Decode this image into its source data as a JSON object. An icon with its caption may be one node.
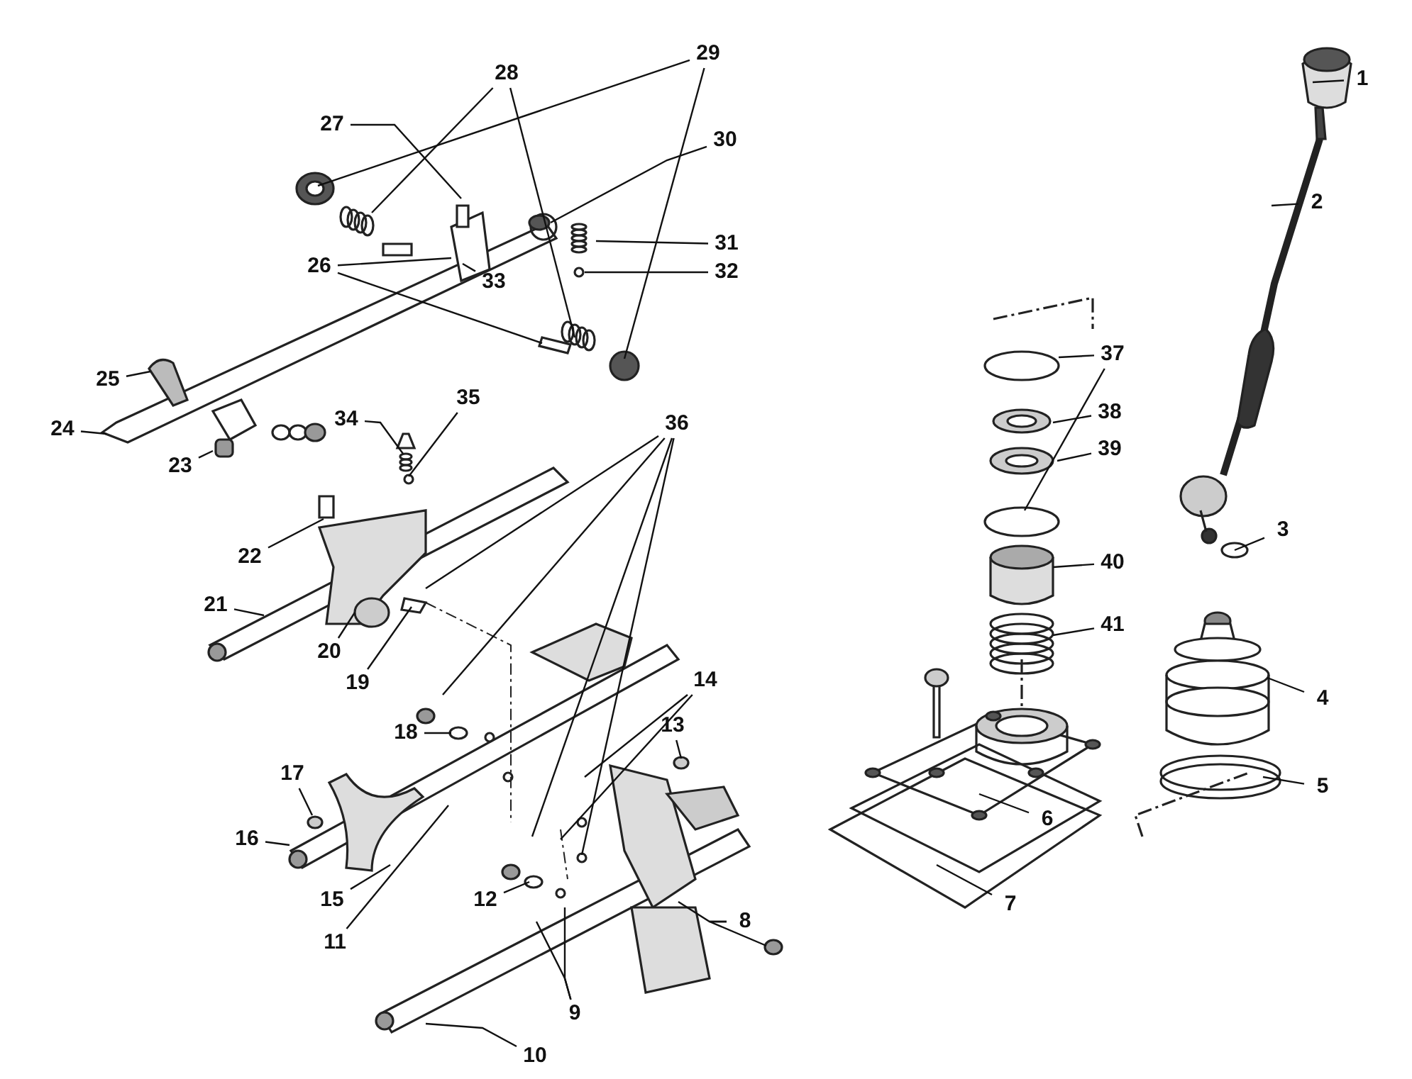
{
  "diagram": {
    "nodes": [
      {
        "text": [
          "1"
        ]
      },
      {
        "text": [
          "2"
        ]
      },
      {
        "text": [
          "3"
        ]
      },
      {
        "text": [
          "4"
        ]
      },
      {
        "text": [
          "5"
        ]
      },
      {
        "text": [
          "6"
        ]
      },
      {
        "text": [
          "7"
        ]
      },
      {
        "text": [
          "8"
        ]
      },
      {
        "text": [
          "9"
        ]
      },
      {
        "text": [
          "10"
        ]
      },
      {
        "text": [
          "11"
        ]
      },
      {
        "text": [
          "12"
        ]
      },
      {
        "text": [
          "13"
        ]
      },
      {
        "text": [
          "14"
        ]
      },
      {
        "text": [
          "15"
        ]
      },
      {
        "text": [
          "16"
        ]
      },
      {
        "text": [
          "17"
        ]
      },
      {
        "text": [
          "18"
        ]
      },
      {
        "text": [
          "19"
        ]
      },
      {
        "text": [
          "20"
        ]
      },
      {
        "text": [
          "21"
        ]
      },
      {
        "text": [
          "22"
        ]
      },
      {
        "text": [
          "23"
        ]
      },
      {
        "text": [
          "24"
        ]
      },
      {
        "text": [
          "25"
        ]
      },
      {
        "text": [
          "26"
        ]
      },
      {
        "text": [
          "27"
        ]
      },
      {
        "text": [
          "28"
        ]
      },
      {
        "text": [
          "29"
        ]
      },
      {
        "text": [
          "30"
        ]
      },
      {
        "text": [
          "31"
        ]
      },
      {
        "text": [
          "32"
        ]
      },
      {
        "text": [
          "33"
        ]
      },
      {
        "text": [
          "34"
        ]
      },
      {
        "text": [
          "35"
        ]
      },
      {
        "text": [
          "36"
        ]
      },
      {
        "text": [
          "37"
        ]
      },
      {
        "text": [
          "38"
        ]
      },
      {
        "text": [
          "39"
        ]
      },
      {
        "text": [
          "40"
        ]
      },
      {
        "text": [
          "41"
        ]
      }
    ],
    "edges": [
      {
        "from": 0,
        "to": null,
        "arrow": "none"
      },
      {
        "from": 1,
        "to": null,
        "arrow": "none"
      },
      {
        "from": 2,
        "to": null,
        "arrow": "none"
      },
      {
        "from": 3,
        "to": null,
        "arrow": "none"
      },
      {
        "from": 4,
        "to": null,
        "arrow": "none"
      },
      {
        "from": 5,
        "to": null,
        "arrow": "none"
      },
      {
        "from": 6,
        "to": null,
        "arrow": "none"
      },
      {
        "from": 7,
        "to": null,
        "arrow": "none"
      },
      {
        "from": 7,
        "to": null,
        "arrow": "none"
      },
      {
        "from": 8,
        "to": null,
        "arrow": "none"
      },
      {
        "from": 8,
        "to": null,
        "arrow": "none"
      },
      {
        "from": 9,
        "to": null,
        "arrow": "none"
      },
      {
        "from": 10,
        "to": null,
        "arrow": "none"
      },
      {
        "from": 11,
        "to": null,
        "arrow": "none"
      },
      {
        "from": 12,
        "to": null,
        "arrow": "none"
      },
      {
        "from": 13,
        "to": null,
        "arrow": "none"
      },
      {
        "from": 13,
        "to": null,
        "arrow": "none"
      },
      {
        "from": 14,
        "to": null,
        "arrow": "none"
      },
      {
        "from": 15,
        "to": null,
        "arrow": "none"
      },
      {
        "from": 16,
        "to": null,
        "arrow": "none"
      },
      {
        "from": 17,
        "to": null,
        "arrow": "none"
      },
      {
        "from": 18,
        "to": null,
        "arrow": "none"
      },
      {
        "from": 19,
        "to": null,
        "arrow": "none"
      },
      {
        "from": 20,
        "to": null,
        "arrow": "none"
      },
      {
        "from": 21,
        "to": null,
        "arrow": "none"
      },
      {
        "from": 22,
        "to": null,
        "arrow": "none"
      },
      {
        "from": 23,
        "to": null,
        "arrow": "none"
      },
      {
        "from": 24,
        "to": null,
        "arrow": "none"
      },
      {
        "from": 25,
        "to": null,
        "arrow": "none"
      },
      {
        "from": 25,
        "to": null,
        "arrow": "none"
      },
      {
        "from": 26,
        "to": null,
        "arrow": "none"
      },
      {
        "from": 27,
        "to": null,
        "arrow": "none"
      },
      {
        "from": 27,
        "to": null,
        "arrow": "none"
      },
      {
        "from": 28,
        "to": null,
        "arrow": "none"
      },
      {
        "from": 28,
        "to": null,
        "arrow": "none"
      },
      {
        "from": 29,
        "to": null,
        "arrow": "none"
      },
      {
        "from": 30,
        "to": null,
        "arrow": "none"
      },
      {
        "from": 31,
        "to": null,
        "arrow": "none"
      },
      {
        "from": 32,
        "to": null,
        "arrow": "none"
      },
      {
        "from": 33,
        "to": null,
        "arrow": "none"
      },
      {
        "from": 34,
        "to": null,
        "arrow": "none"
      },
      {
        "from": 35,
        "to": null,
        "arrow": "none"
      },
      {
        "from": 35,
        "to": null,
        "arrow": "none"
      },
      {
        "from": 35,
        "to": null,
        "arrow": "none"
      },
      {
        "from": 35,
        "to": null,
        "arrow": "none"
      },
      {
        "from": 36,
        "to": null,
        "arrow": "none"
      },
      {
        "from": 36,
        "to": null,
        "arrow": "none"
      },
      {
        "from": 37,
        "to": null,
        "arrow": "none"
      },
      {
        "from": 38,
        "to": null,
        "arrow": "none"
      },
      {
        "from": 39,
        "to": null,
        "arrow": "none"
      },
      {
        "from": 40,
        "to": null,
        "arrow": "none"
      }
    ]
  }
}
